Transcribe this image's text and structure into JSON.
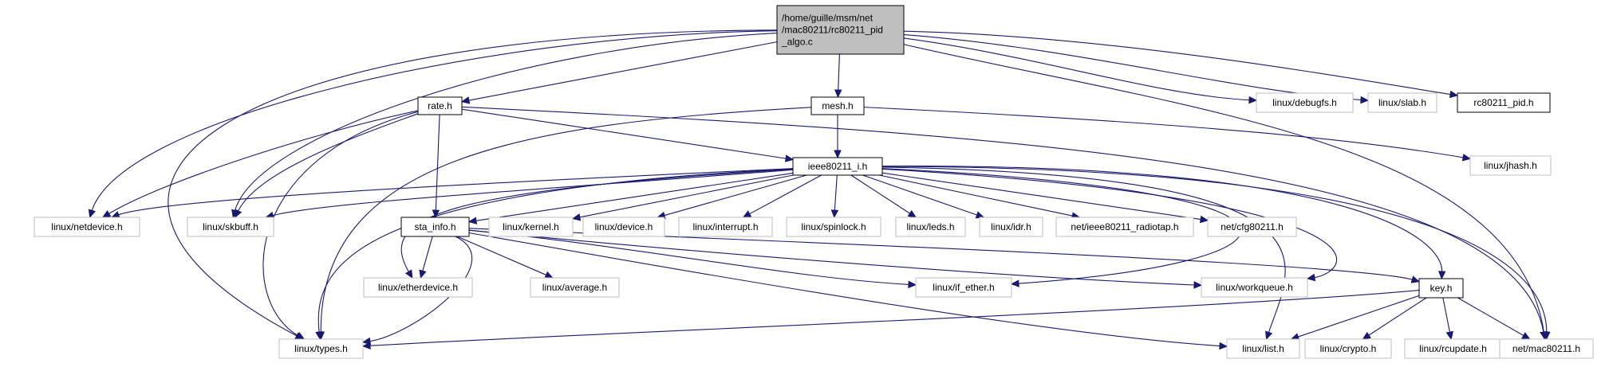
{
  "colors": {
    "root_fill": "#bfbfbf",
    "root_stroke": "#000000",
    "doc_stroke": "#000000",
    "ext_stroke": "#bfbfbf",
    "node_fill": "#ffffff",
    "edge": "#191970"
  },
  "nodes": [
    {
      "id": "root",
      "kind": "root",
      "lines": [
        "/home/guille/msm/net",
        "/mac80211/rc80211_pid",
        "_algo.c"
      ]
    },
    {
      "id": "rate",
      "kind": "doc",
      "lines": [
        "rate.h"
      ]
    },
    {
      "id": "mesh",
      "kind": "doc",
      "lines": [
        "mesh.h"
      ]
    },
    {
      "id": "debugfs",
      "kind": "ext",
      "lines": [
        "linux/debugfs.h"
      ]
    },
    {
      "id": "slab",
      "kind": "ext",
      "lines": [
        "linux/slab.h"
      ]
    },
    {
      "id": "rc80211pid",
      "kind": "doc",
      "lines": [
        "rc80211_pid.h"
      ]
    },
    {
      "id": "jhash",
      "kind": "ext",
      "lines": [
        "linux/jhash.h"
      ]
    },
    {
      "id": "ieee",
      "kind": "doc",
      "lines": [
        "ieee80211_i.h"
      ]
    },
    {
      "id": "netdevice",
      "kind": "ext",
      "lines": [
        "linux/netdevice.h"
      ]
    },
    {
      "id": "skbuff",
      "kind": "ext",
      "lines": [
        "linux/skbuff.h"
      ]
    },
    {
      "id": "stainfo",
      "kind": "doc",
      "lines": [
        "sta_info.h"
      ]
    },
    {
      "id": "kernel",
      "kind": "ext",
      "lines": [
        "linux/kernel.h"
      ]
    },
    {
      "id": "device",
      "kind": "ext",
      "lines": [
        "linux/device.h"
      ]
    },
    {
      "id": "interrupt",
      "kind": "ext",
      "lines": [
        "linux/interrupt.h"
      ]
    },
    {
      "id": "spinlock",
      "kind": "ext",
      "lines": [
        "linux/spinlock.h"
      ]
    },
    {
      "id": "leds",
      "kind": "ext",
      "lines": [
        "linux/leds.h"
      ]
    },
    {
      "id": "idr",
      "kind": "ext",
      "lines": [
        "linux/idr.h"
      ]
    },
    {
      "id": "radiotap",
      "kind": "ext",
      "lines": [
        "net/ieee80211_radiotap.h"
      ]
    },
    {
      "id": "cfg80211",
      "kind": "ext",
      "lines": [
        "net/cfg80211.h"
      ]
    },
    {
      "id": "etherdevice",
      "kind": "ext",
      "lines": [
        "linux/etherdevice.h"
      ]
    },
    {
      "id": "average",
      "kind": "ext",
      "lines": [
        "linux/average.h"
      ]
    },
    {
      "id": "ifether",
      "kind": "ext",
      "lines": [
        "linux/if_ether.h"
      ]
    },
    {
      "id": "workqueue",
      "kind": "ext",
      "lines": [
        "linux/workqueue.h"
      ]
    },
    {
      "id": "key",
      "kind": "doc",
      "lines": [
        "key.h"
      ]
    },
    {
      "id": "types",
      "kind": "ext",
      "lines": [
        "linux/types.h"
      ]
    },
    {
      "id": "list",
      "kind": "ext",
      "lines": [
        "linux/list.h"
      ]
    },
    {
      "id": "crypto",
      "kind": "ext",
      "lines": [
        "linux/crypto.h"
      ]
    },
    {
      "id": "rcupdate",
      "kind": "ext",
      "lines": [
        "linux/rcupdate.h"
      ]
    },
    {
      "id": "mac80211",
      "kind": "ext",
      "lines": [
        "net/mac80211.h"
      ]
    }
  ],
  "edges": [
    {
      "from": "root",
      "to": "rate"
    },
    {
      "from": "root",
      "to": "mesh"
    },
    {
      "from": "root",
      "to": "debugfs"
    },
    {
      "from": "root",
      "to": "slab"
    },
    {
      "from": "root",
      "to": "rc80211pid"
    },
    {
      "from": "root",
      "to": "netdevice"
    },
    {
      "from": "root",
      "to": "skbuff"
    },
    {
      "from": "root",
      "to": "types"
    },
    {
      "from": "root",
      "to": "mac80211"
    },
    {
      "from": "rate",
      "to": "ieee"
    },
    {
      "from": "rate",
      "to": "netdevice"
    },
    {
      "from": "rate",
      "to": "skbuff"
    },
    {
      "from": "rate",
      "to": "stainfo"
    },
    {
      "from": "rate",
      "to": "types"
    },
    {
      "from": "rate",
      "to": "mac80211"
    },
    {
      "from": "mesh",
      "to": "ieee"
    },
    {
      "from": "mesh",
      "to": "jhash"
    },
    {
      "from": "mesh",
      "to": "types"
    },
    {
      "from": "ieee",
      "to": "netdevice"
    },
    {
      "from": "ieee",
      "to": "skbuff"
    },
    {
      "from": "ieee",
      "to": "stainfo"
    },
    {
      "from": "ieee",
      "to": "kernel"
    },
    {
      "from": "ieee",
      "to": "device"
    },
    {
      "from": "ieee",
      "to": "interrupt"
    },
    {
      "from": "ieee",
      "to": "spinlock"
    },
    {
      "from": "ieee",
      "to": "leds"
    },
    {
      "from": "ieee",
      "to": "idr"
    },
    {
      "from": "ieee",
      "to": "radiotap"
    },
    {
      "from": "ieee",
      "to": "cfg80211"
    },
    {
      "from": "ieee",
      "to": "etherdevice"
    },
    {
      "from": "ieee",
      "to": "ifether"
    },
    {
      "from": "ieee",
      "to": "workqueue"
    },
    {
      "from": "ieee",
      "to": "key"
    },
    {
      "from": "ieee",
      "to": "types"
    },
    {
      "from": "ieee",
      "to": "list"
    },
    {
      "from": "ieee",
      "to": "mac80211"
    },
    {
      "from": "stainfo",
      "to": "etherdevice"
    },
    {
      "from": "stainfo",
      "to": "average"
    },
    {
      "from": "stainfo",
      "to": "ifether"
    },
    {
      "from": "stainfo",
      "to": "workqueue"
    },
    {
      "from": "stainfo",
      "to": "key"
    },
    {
      "from": "stainfo",
      "to": "types"
    },
    {
      "from": "stainfo",
      "to": "list"
    },
    {
      "from": "key",
      "to": "types"
    },
    {
      "from": "key",
      "to": "list"
    },
    {
      "from": "key",
      "to": "crypto"
    },
    {
      "from": "key",
      "to": "rcupdate"
    },
    {
      "from": "key",
      "to": "mac80211"
    }
  ]
}
